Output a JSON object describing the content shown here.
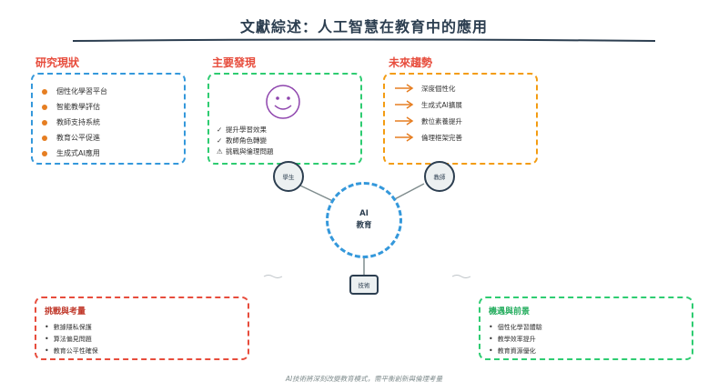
{
  "title": "文獻綜述：人工智慧在教育中的應用",
  "colors": {
    "navy": "#2c3e50",
    "red": "#e74c3c",
    "blue": "#3498db",
    "green": "#2ecc71",
    "orange": "#e67e22",
    "gold": "#f39c12",
    "grey": "#7f8c8d"
  },
  "research_status": {
    "heading": "研究現狀",
    "items": [
      "個性化學習平台",
      "智能教學評估",
      "教師支持系統",
      "教育公平促進",
      "生成式AI應用"
    ]
  },
  "main_findings": {
    "heading": "主要發現",
    "icon": "smiley-face-icon",
    "items": [
      {
        "symbol": "✓",
        "text": "提升學習效果"
      },
      {
        "symbol": "✓",
        "text": "教師角色轉變"
      },
      {
        "symbol": "⚠",
        "text": "挑戰與倫理問題"
      }
    ]
  },
  "future_trends": {
    "heading": "未來趨勢",
    "icon": "arrow-right-icon",
    "items": [
      "深度個性化",
      "生成式AI擴展",
      "數位素養提升",
      "倫理框架完善"
    ]
  },
  "diagram": {
    "center_line1": "AI",
    "center_line2": "教育",
    "student": "學生",
    "teacher": "教師",
    "technology": "技術"
  },
  "challenges": {
    "heading": "挑戰與考量",
    "items": [
      "數據隱私保護",
      "算法偏見問題",
      "教育公平性確保"
    ]
  },
  "opportunities": {
    "heading": "機遇與前景",
    "items": [
      "個性化學習體驗",
      "教學效率提升",
      "教育資源優化"
    ]
  },
  "footer": "AI技術將深刻改變教育模式，需平衡創新與倫理考量"
}
